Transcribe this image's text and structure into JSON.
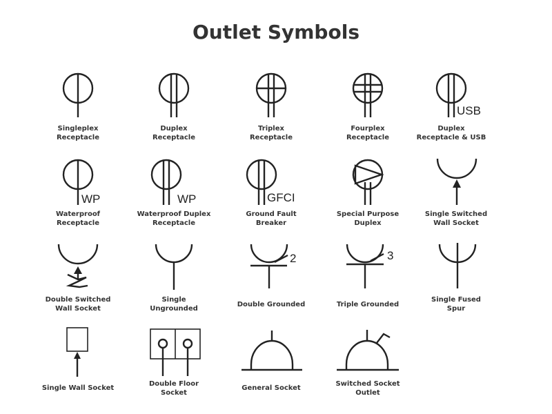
{
  "title": "Outlet Symbols",
  "symbols": [
    {
      "label": "Singleplex\nReceptacle",
      "icon": "singleplex-receptacle-icon"
    },
    {
      "label": "Duplex\nReceptacle",
      "icon": "duplex-receptacle-icon"
    },
    {
      "label": "Triplex\nReceptacle",
      "icon": "triplex-receptacle-icon"
    },
    {
      "label": "Fourplex\nReceptacle",
      "icon": "fourplex-receptacle-icon"
    },
    {
      "label": "Duplex\nReceptacle & USB",
      "icon": "duplex-usb-receptacle-icon",
      "tag": "USB"
    },
    {
      "label": "Waterproof\nReceptacle",
      "icon": "waterproof-receptacle-icon",
      "tag": "WP"
    },
    {
      "label": "Waterproof Duplex\nReceptacle",
      "icon": "waterproof-duplex-receptacle-icon",
      "tag": "WP"
    },
    {
      "label": "Ground Fault\nBreaker",
      "icon": "ground-fault-breaker-icon",
      "tag": "GFCI"
    },
    {
      "label": "Special Purpose\nDuplex",
      "icon": "special-purpose-duplex-icon"
    },
    {
      "label": "Single Switched\nWall Socket",
      "icon": "single-switched-wall-socket-icon"
    },
    {
      "label": "Double Switched\nWall Socket",
      "icon": "double-switched-wall-socket-icon"
    },
    {
      "label": "Single\nUngrounded",
      "icon": "single-ungrounded-icon"
    },
    {
      "label": "Double Grounded",
      "icon": "double-grounded-icon",
      "tag": "2"
    },
    {
      "label": "Triple Grounded",
      "icon": "triple-grounded-icon",
      "tag": "3"
    },
    {
      "label": "Single Fused\nSpur",
      "icon": "single-fused-spur-icon"
    },
    {
      "label": "Single Wall Socket",
      "icon": "single-wall-socket-icon"
    },
    {
      "label": "Double Floor\nSocket",
      "icon": "double-floor-socket-icon"
    },
    {
      "label": "General Socket",
      "icon": "general-socket-icon"
    },
    {
      "label": "Switched Socket\nOutlet",
      "icon": "switched-socket-outlet-icon"
    }
  ]
}
